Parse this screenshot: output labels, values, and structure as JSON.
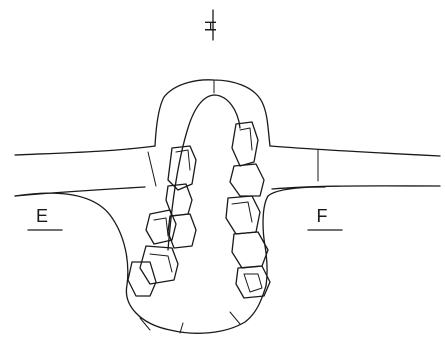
{
  "labels": {
    "top": "H",
    "left": "E",
    "right": "F"
  }
}
